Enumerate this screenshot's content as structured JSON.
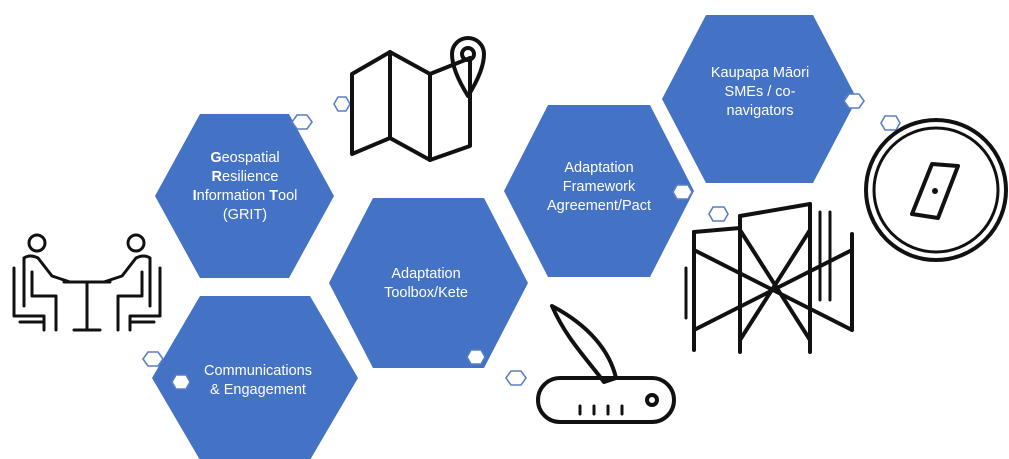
{
  "colors": {
    "hex_fill": "#4472c4",
    "hex_text": "#ffffff",
    "icon_stroke": "#111111",
    "small_hex_stroke": "#5b7fc4"
  },
  "hexagons": [
    {
      "id": "grit",
      "lines": [
        [
          {
            "t": "G",
            "b": true
          },
          {
            "t": "eospatial",
            "b": false
          }
        ],
        [
          {
            "t": "R",
            "b": true
          },
          {
            "t": "esilience",
            "b": false
          }
        ],
        [
          {
            "t": "I",
            "b": true
          },
          {
            "t": "nformation ",
            "b": false
          },
          {
            "t": "T",
            "b": true
          },
          {
            "t": "ool",
            "b": false
          }
        ],
        [
          {
            "t": "(GRIT)",
            "b": false
          }
        ]
      ]
    },
    {
      "id": "communications",
      "lines": [
        [
          {
            "t": "Communications",
            "b": false
          }
        ],
        [
          {
            "t": "& Engagement",
            "b": false
          }
        ]
      ]
    },
    {
      "id": "toolbox",
      "lines": [
        [
          {
            "t": "Adaptation",
            "b": false
          }
        ],
        [
          {
            "t": "Toolbox/Kete",
            "b": false
          }
        ]
      ]
    },
    {
      "id": "framework",
      "lines": [
        [
          {
            "t": "Adaptation",
            "b": false
          }
        ],
        [
          {
            "t": "Framework",
            "b": false
          }
        ],
        [
          {
            "t": "Agreement/Pact",
            "b": false
          }
        ]
      ]
    },
    {
      "id": "kaupapa",
      "lines": [
        [
          {
            "t": "Kaupapa Māori",
            "b": false
          }
        ],
        [
          {
            "t": "SMEs / co-",
            "b": false
          }
        ],
        [
          {
            "t": "navigators",
            "b": false
          }
        ]
      ]
    }
  ],
  "icons": [
    "meeting-icon",
    "map-pin-icon",
    "pocket-knife-icon",
    "scaffolding-icon",
    "compass-icon"
  ]
}
